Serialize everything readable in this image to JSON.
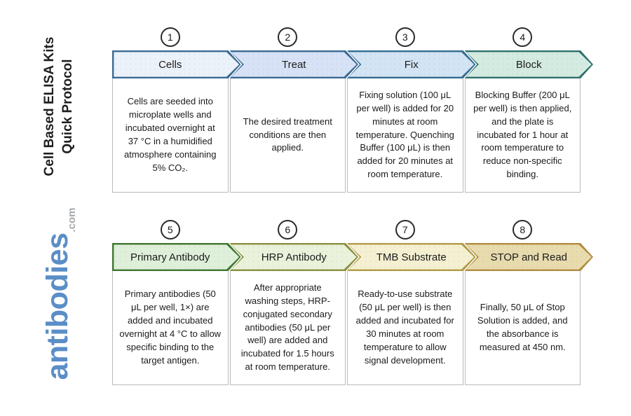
{
  "sidebar": {
    "title_line1": "Cell Based ELISA Kits",
    "title_line2": "Quick Protocol",
    "logo_text": "antibodies",
    "logo_suffix": ".com"
  },
  "colors": {
    "logo-blue": "#5a8ec7",
    "logo-gray": "#a5a9ad",
    "title-color": "#1f1f1f"
  },
  "steps": [
    {
      "number": "1",
      "label": "Cells",
      "description": "Cells are seeded into microplate wells and incubated overnight at 37 °C in a humidified atmosphere containing 5% CO₂.",
      "fill": "#ecf2fa",
      "border": "#3b6a93"
    },
    {
      "number": "2",
      "label": "Treat",
      "description": "The desired treatment conditions are then applied.",
      "fill": "#d8e2f6",
      "border": "#3b6a93"
    },
    {
      "number": "3",
      "label": "Fix",
      "description": "Fixing solution (100 μL per well) is added for 20 minutes at room temperature. Quenching Buffer (100 μL) is then added for 20 minutes at room temperature.",
      "fill": "#d3e4f4",
      "border": "#336c91"
    },
    {
      "number": "4",
      "label": "Block",
      "description": "Blocking Buffer (200 μL per well) is then applied, and the plate is incubated for 1 hour at room temperature to reduce non-specific binding.",
      "fill": "#d4ebe2",
      "border": "#30706c"
    },
    {
      "number": "5",
      "label": "Primary Antibody",
      "description": "Primary antibodies (50 μL per well, 1×) are added and incubated overnight at 4 °C to allow specific binding to the target antigen.",
      "fill": "#dff0da",
      "border": "#3f7630"
    },
    {
      "number": "6",
      "label": "HRP Antibody",
      "description": "After appropriate washing steps, HRP-conjugated secondary antibodies (50 μL per well) are added and incubated for 1.5 hours at room temperature.",
      "fill": "#eaf2db",
      "border": "#8a8f3e"
    },
    {
      "number": "7",
      "label": "TMB Substrate",
      "description": "Ready-to-use substrate (50 μL per well) is then added and incubated for 30 minutes at room temperature to allow signal development.",
      "fill": "#f5f0d2",
      "border": "#b09a44"
    },
    {
      "number": "8",
      "label": "STOP and Read",
      "description": "Finally, 50 μL of Stop Solution is added, and the absorbance is measured at 450 nm.",
      "fill": "#e8dcae",
      "border": "#b08c3e"
    }
  ]
}
